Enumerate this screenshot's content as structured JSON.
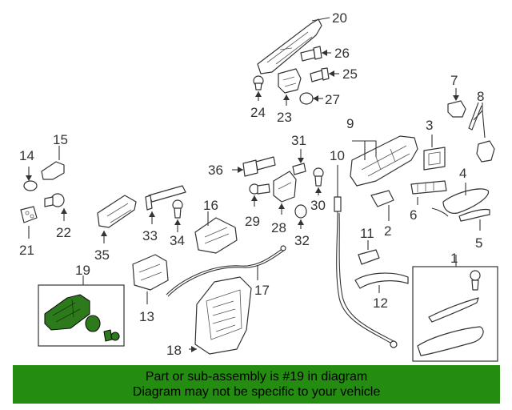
{
  "diagram": {
    "callouts": {
      "p1": "1",
      "p2": "2",
      "p3": "3",
      "p4": "4",
      "p5": "5",
      "p6": "6",
      "p7": "7",
      "p8": "8",
      "p9": "9",
      "p10": "10",
      "p11": "11",
      "p12": "12",
      "p13": "13",
      "p14": "14",
      "p15": "15",
      "p16": "16",
      "p17": "17",
      "p18": "18",
      "p19": "19",
      "p20": "20",
      "p21": "21",
      "p22": "22",
      "p23": "23",
      "p24": "24",
      "p25": "25",
      "p26": "26",
      "p27": "27",
      "p28": "28",
      "p29": "29",
      "p30": "30",
      "p31": "31",
      "p32": "32",
      "p33": "33",
      "p34": "34",
      "p35": "35",
      "p36": "36"
    },
    "highlighted_part": "19",
    "highlight_color": "#2d7a1c"
  },
  "banner": {
    "line1": "Part or sub-assembly is #19 in diagram",
    "line2": "Diagram may not be specific to your vehicle",
    "background": "#248c10"
  }
}
